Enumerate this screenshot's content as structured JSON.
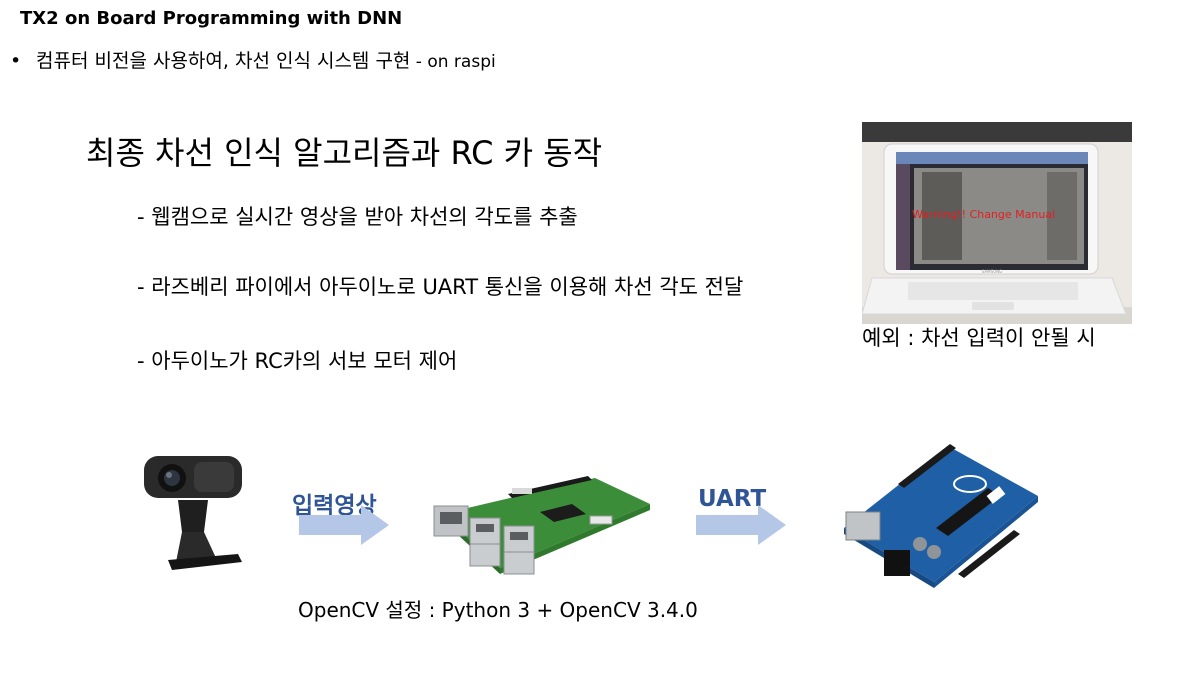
{
  "header": {
    "title": "TX2 on Board Programming with DNN"
  },
  "intro": {
    "bullet": "•",
    "text": "컴퓨터 비전을 사용하여, 차선 인식 시스템 구현",
    "suffix": " - on raspi"
  },
  "section": {
    "title": "최종 차선 인식 알고리즘과 RC 카 동작",
    "points": [
      "- 웹캠으로 실시간 영상을 받아 차선의 각도를 추출",
      "- 라즈베리 파이에서 아두이노로 UART 통신을 이용해 차선 각도 전달",
      "- 아두이노가 RC카의 서보 모터 제어"
    ]
  },
  "laptop_photo": {
    "overlay_text": "Warning!! Change Manual",
    "brand": "SAMSUNG"
  },
  "exception_note": "예외 : 차선 입력이 안될 시",
  "pipeline": {
    "arrow1_label": "입력영상",
    "arrow2_label": "UART",
    "caption": "OpenCV 설정  :  Python 3 + OpenCV 3.4.0",
    "arrow_color": "#b4c7e7",
    "label_color": "#2f5597"
  }
}
